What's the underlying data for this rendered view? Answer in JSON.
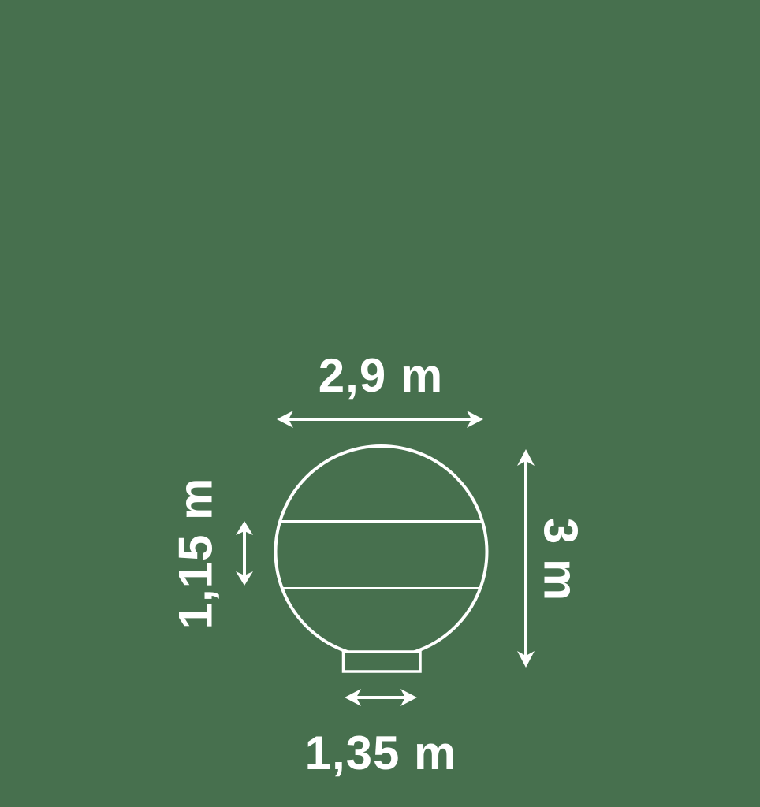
{
  "diagram": {
    "background_color": "#47704E",
    "line_color": "#FFFFFF",
    "labels": {
      "width": "2,9 m",
      "total_height": "3 m",
      "band_height": "1,15 m",
      "base_width": "1,35 m"
    }
  }
}
